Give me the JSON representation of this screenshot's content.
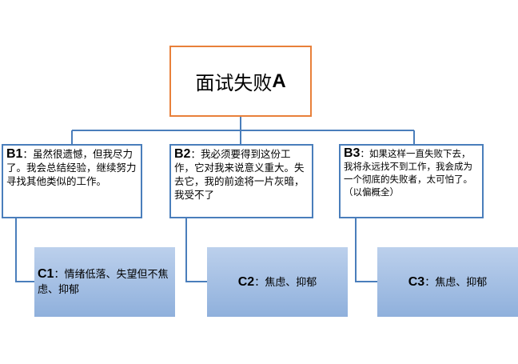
{
  "root": {
    "text": "面试失败",
    "letter": "A"
  },
  "level_b": [
    {
      "id": "B1",
      "sep": "：",
      "text": "虽然很遗憾，但我尽力了。我会总结经验，继续努力寻找其他类似的工作。"
    },
    {
      "id": "B2",
      "sep": "：",
      "text": "我必须要得到这份工作，它对我来说意义重大。失去它，我的前途将一片灰暗，我受不了"
    },
    {
      "id": "B3",
      "sep": "：",
      "text": "如果这样一直失败下去，我将永远找不到工作，我会成为一个彻底的失败者，太可怕了。（以偏概全）"
    }
  ],
  "level_c": [
    {
      "id": "C1",
      "sep": "：",
      "text": "情绪低落、失望但不焦虑、抑郁"
    },
    {
      "id": "C2",
      "sep": "：",
      "text": "焦虑、抑郁"
    },
    {
      "id": "C3",
      "sep": "：",
      "text": "焦虑、抑郁"
    }
  ],
  "colors": {
    "root_border": "#e8803a",
    "b_border": "#4a7ebb",
    "connector": "#4a7ebb",
    "c_fill": "#9bb8e0"
  }
}
